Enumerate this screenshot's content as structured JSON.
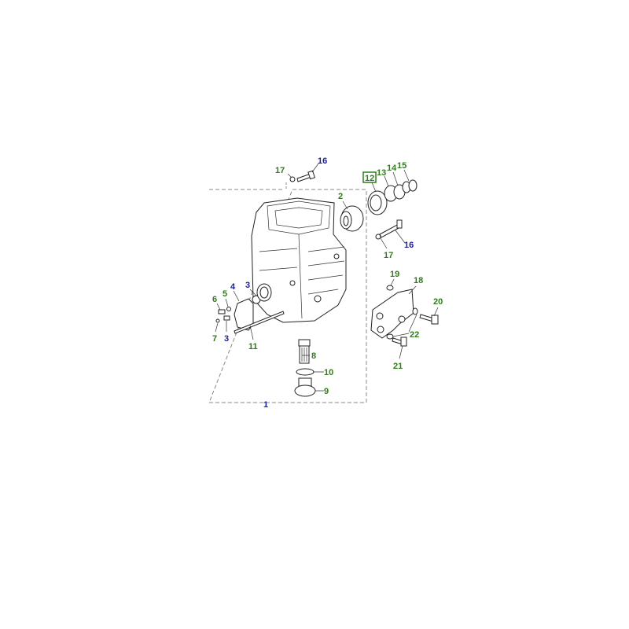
{
  "diagram": {
    "colors": {
      "part_label": "#2e7d1a",
      "assembly_label": "#1a1ab4",
      "highlight_box": "#2e7d1a"
    },
    "labels": {
      "l17a": "17",
      "l16a": "16",
      "l2": "2",
      "l12": "12",
      "l13": "13",
      "l14": "14",
      "l15": "15",
      "l16b": "16",
      "l17b": "17",
      "l19": "19",
      "l18": "18",
      "l20": "20",
      "l22": "22",
      "l21": "21",
      "l3a": "3",
      "l4": "4",
      "l5": "5",
      "l6": "6",
      "l7": "7",
      "l3b": "3",
      "l11": "11",
      "l8": "8",
      "l10": "10",
      "l9": "9",
      "l1": "1"
    },
    "highlighted_part": "12"
  }
}
